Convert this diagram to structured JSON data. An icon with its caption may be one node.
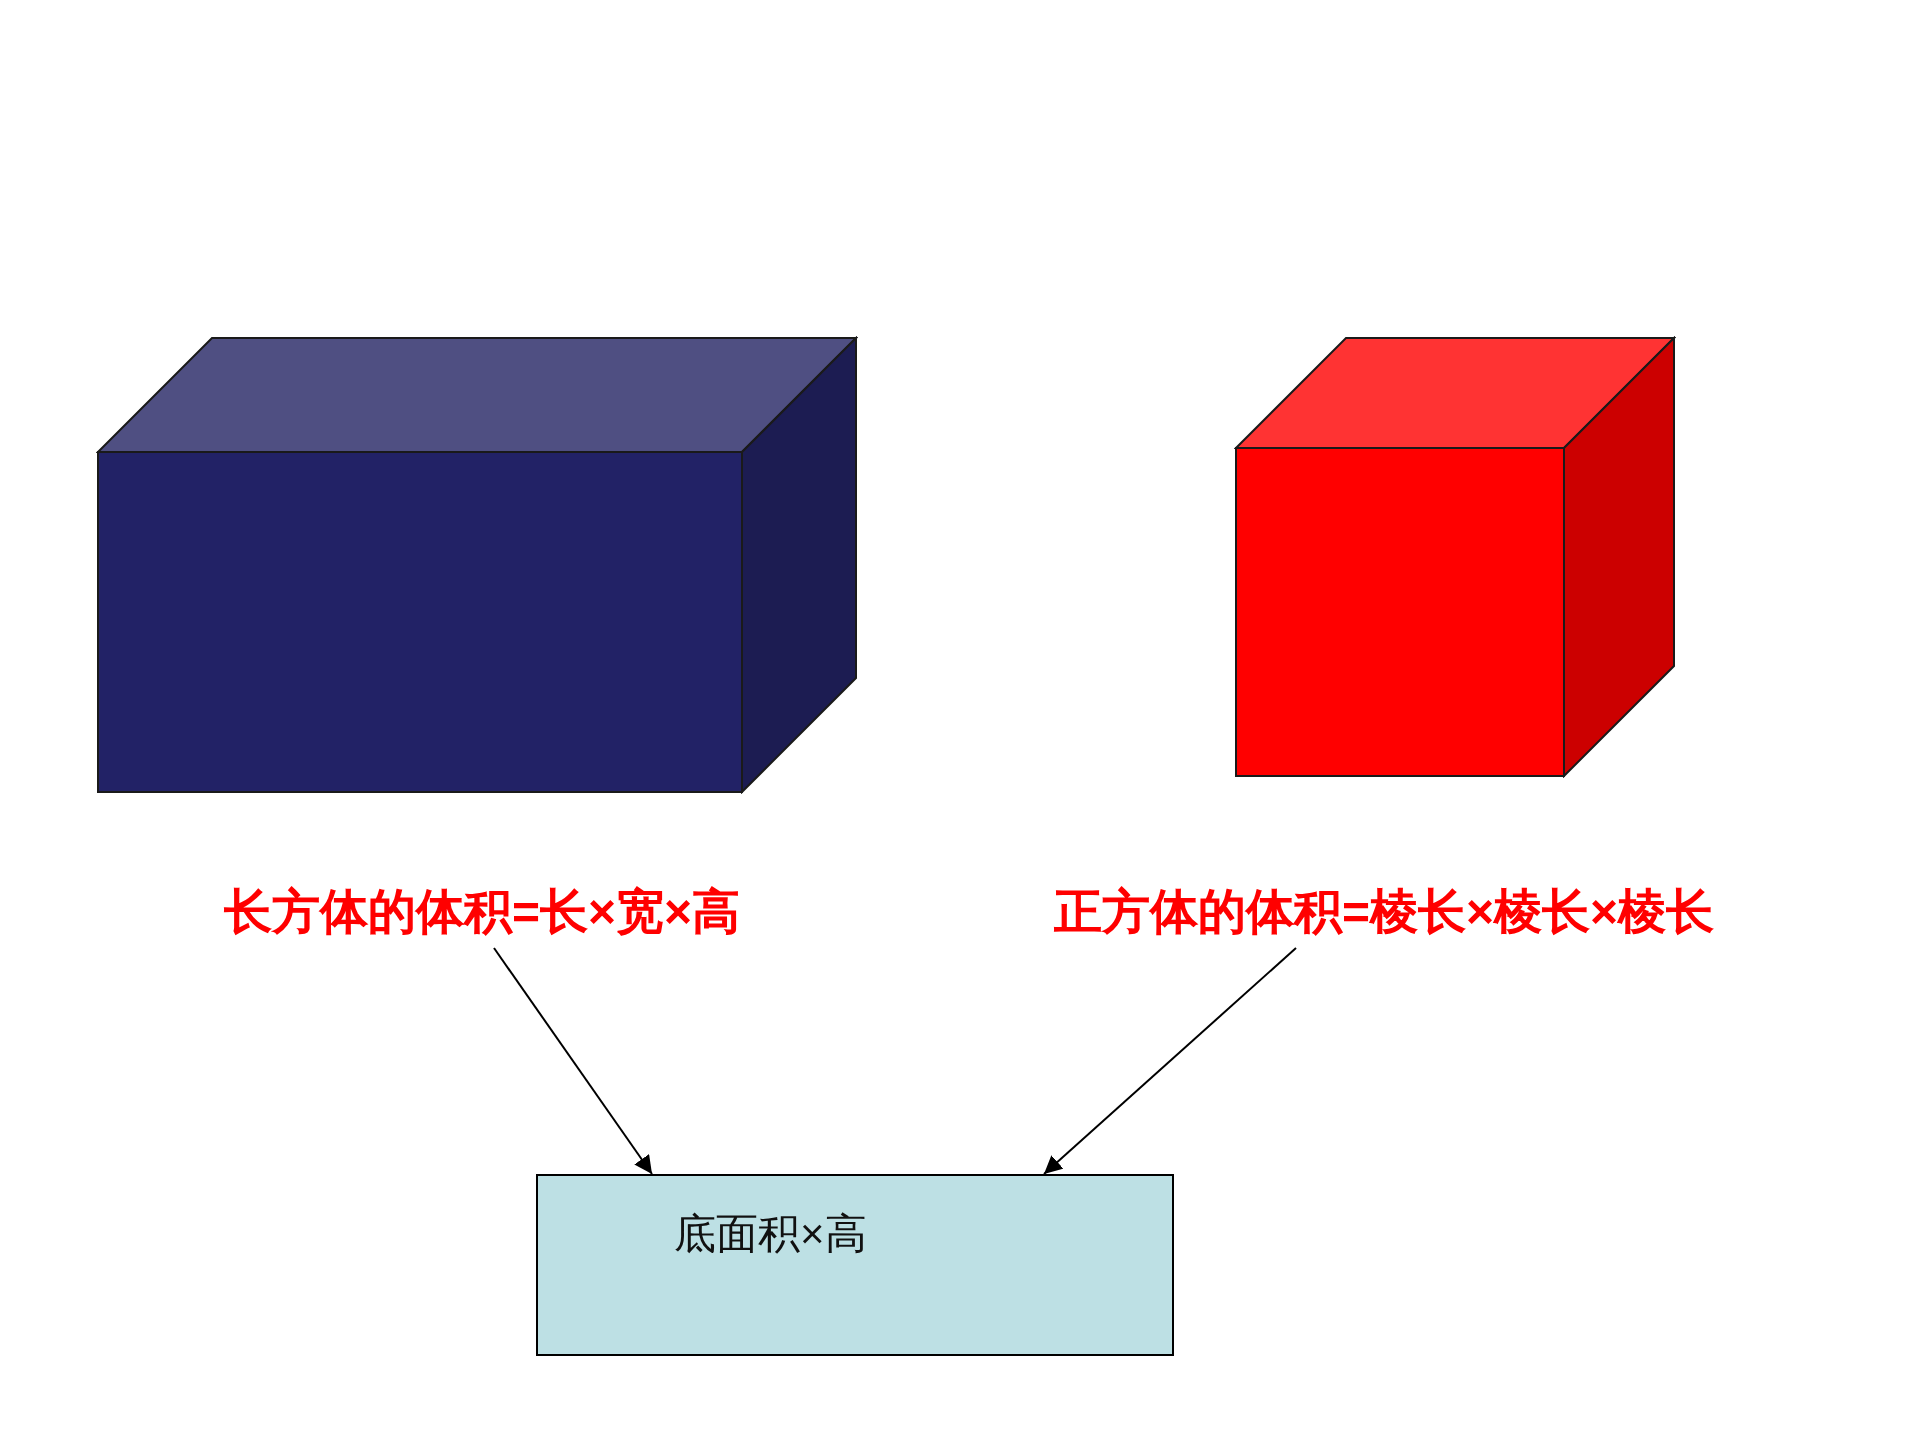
{
  "diagram": {
    "nodes": [
      {
        "text": [
          "长方体的体积=长×宽×高"
        ]
      },
      {
        "text": [
          "正方体的体积=棱长×棱长×棱长"
        ]
      },
      {
        "text": [
          "底面积×高"
        ]
      }
    ],
    "edges": [
      {
        "from": 0,
        "to": 2,
        "arrow": "to"
      },
      {
        "from": 1,
        "to": 2,
        "arrow": "to"
      }
    ]
  }
}
